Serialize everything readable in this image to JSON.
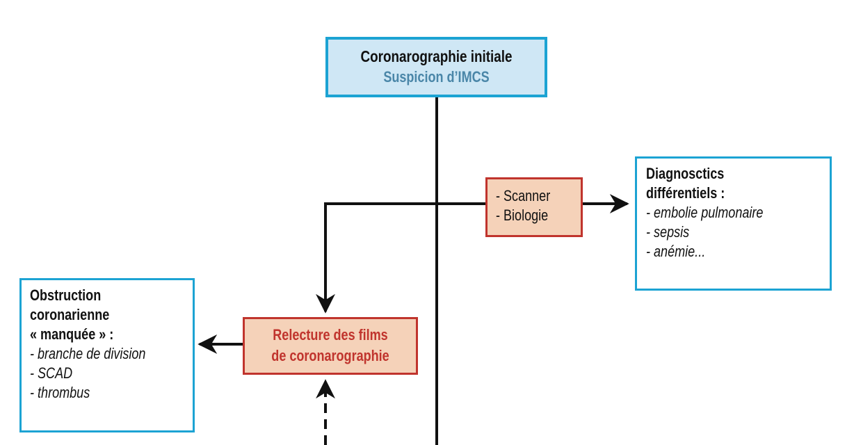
{
  "colors": {
    "blue_border": "#1ca3d3",
    "blue_fill": "#cfe7f5",
    "blue_text": "#4a86a8",
    "red_border": "#c0342d",
    "salmon_fill": "#f5d2b9",
    "line": "#111111"
  },
  "nodes": {
    "start": {
      "title": "Coronarographie initiale",
      "subtitle": "Suspicion d’IMCS"
    },
    "tests": {
      "items": [
        "- Scanner",
        "- Biologie"
      ]
    },
    "differential": {
      "heading_line1": "Diagnosctics",
      "heading_line2": "différentiels :",
      "items": [
        "- embolie pulmonaire",
        "- sepsis",
        "- anémie..."
      ]
    },
    "review": {
      "line1": "Relecture des films",
      "line2": "de coronarographie"
    },
    "missed": {
      "heading_line1": "Obstruction",
      "heading_line2": "coronarienne",
      "heading_line3": "« manquée » :",
      "items": [
        "- branche de division",
        "- SCAD",
        "- thrombus"
      ]
    }
  }
}
